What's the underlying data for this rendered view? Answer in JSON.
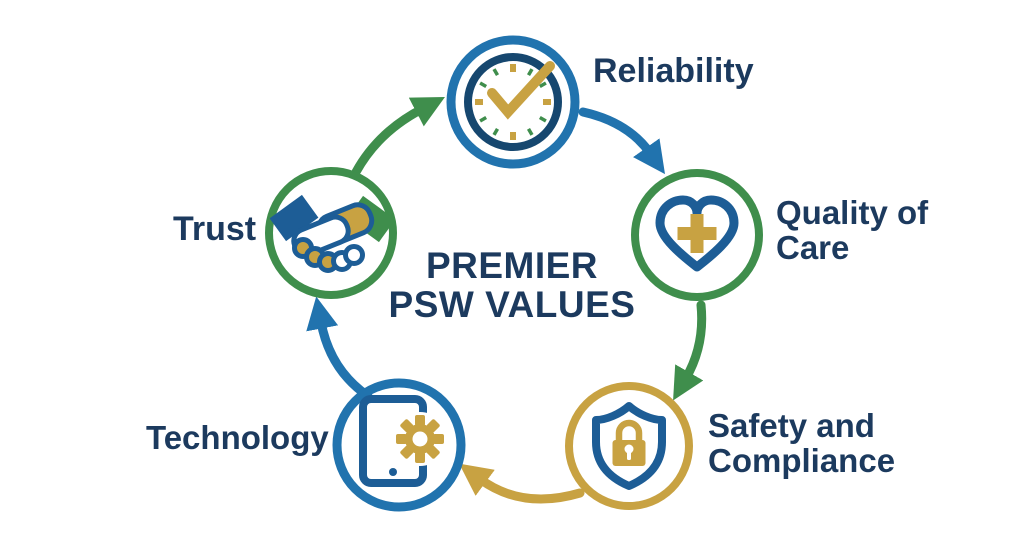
{
  "title": {
    "line1": "PREMIER",
    "line2": "PSW VALUES"
  },
  "colors": {
    "background": "#ffffff",
    "navy": "#1c3a5e",
    "blue": "#2173ae",
    "darkblue": "#1d5d96",
    "clockring": "#16476f",
    "green": "#3f8e4c",
    "gold": "#c8a242"
  },
  "nodes": [
    {
      "id": "reliability",
      "label": "Reliability",
      "icon": "clock-check-icon",
      "ring_color": "blue"
    },
    {
      "id": "quality-of-care",
      "label": "Quality of Care",
      "icon": "heart-cross-icon",
      "ring_color": "green"
    },
    {
      "id": "safety-and-compliance",
      "label": "Safety and Compliance",
      "icon": "shield-lock-icon",
      "ring_color": "gold"
    },
    {
      "id": "technology",
      "label": "Technology",
      "icon": "tablet-gear-icon",
      "ring_color": "blue"
    },
    {
      "id": "trust",
      "label": "Trust",
      "icon": "handshake-icon",
      "ring_color": "green"
    }
  ],
  "flow": [
    {
      "from": "Trust",
      "to": "Reliability",
      "arrow_color": "green"
    },
    {
      "from": "Reliability",
      "to": "Quality of Care",
      "arrow_color": "blue"
    },
    {
      "from": "Quality of Care",
      "to": "Safety and Compliance",
      "arrow_color": "green"
    },
    {
      "from": "Safety and Compliance",
      "to": "Technology",
      "arrow_color": "gold"
    },
    {
      "from": "Technology",
      "to": "Trust",
      "arrow_color": "blue"
    }
  ]
}
